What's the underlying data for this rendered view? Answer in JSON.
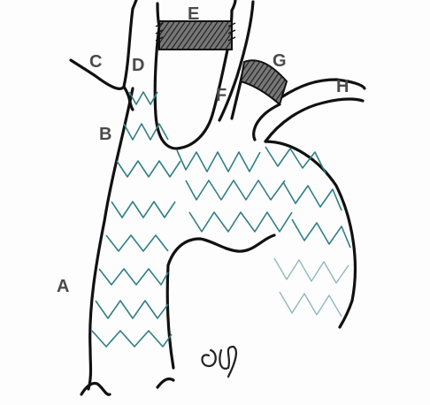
{
  "labels": {
    "a": "A",
    "b": "B",
    "c": "C",
    "d": "D",
    "e": "E",
    "f": "F",
    "g": "G",
    "h": "H"
  },
  "colors": {
    "outline": "#111111",
    "stent_wire": "#2f7f86",
    "stent_wire_light": "#8fb9bd",
    "graft_fill": "#444444",
    "label_text": "#4a4a4a"
  }
}
